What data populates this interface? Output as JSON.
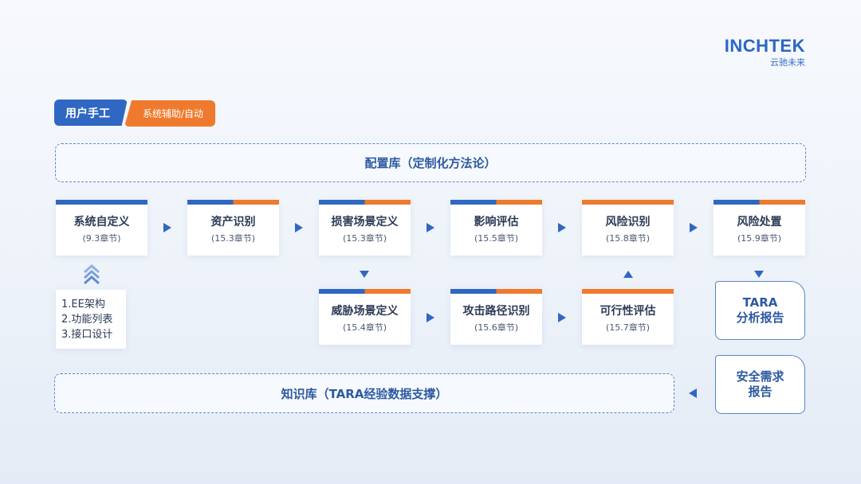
{
  "logo": {
    "text": "INCHTEK",
    "sub": "云驰未来"
  },
  "legend": {
    "manual": "用户手工",
    "auto": "系统辅助/自动"
  },
  "config_library": "配置库（定制化方法论）",
  "knowledge_library": "知识库（TARA经验数据支撑）",
  "colors": {
    "manual": "#2f67c2",
    "auto": "#ef7a2d"
  },
  "top_row": [
    {
      "title": "系统自定义",
      "sub": "(9.3章节)",
      "mode": "manual"
    },
    {
      "title": "资产识别",
      "sub": "(15.3章节)",
      "mode": "mixed"
    },
    {
      "title": "损害场景定义",
      "sub": "(15.3章节)",
      "mode": "mixed"
    },
    {
      "title": "影响评估",
      "sub": "(15.5章节)",
      "mode": "mixed"
    },
    {
      "title": "风险识别",
      "sub": "(15.8章节)",
      "mode": "auto"
    },
    {
      "title": "风险处置",
      "sub": "(15.9章节)",
      "mode": "mixed"
    }
  ],
  "bottom_row": [
    {
      "title": "威胁场景定义",
      "sub": "(15.4章节)",
      "mode": "mixed"
    },
    {
      "title": "攻击路径识别",
      "sub": "(15.6章节)",
      "mode": "mixed"
    },
    {
      "title": "可行性评估",
      "sub": "(15.7章节)",
      "mode": "auto"
    }
  ],
  "inputs": [
    "1.EE架构",
    "2.功能列表",
    "3.接口设计"
  ],
  "docs": {
    "tara": [
      "TARA",
      "分析报告"
    ],
    "security": [
      "安全需求",
      "报告"
    ]
  }
}
